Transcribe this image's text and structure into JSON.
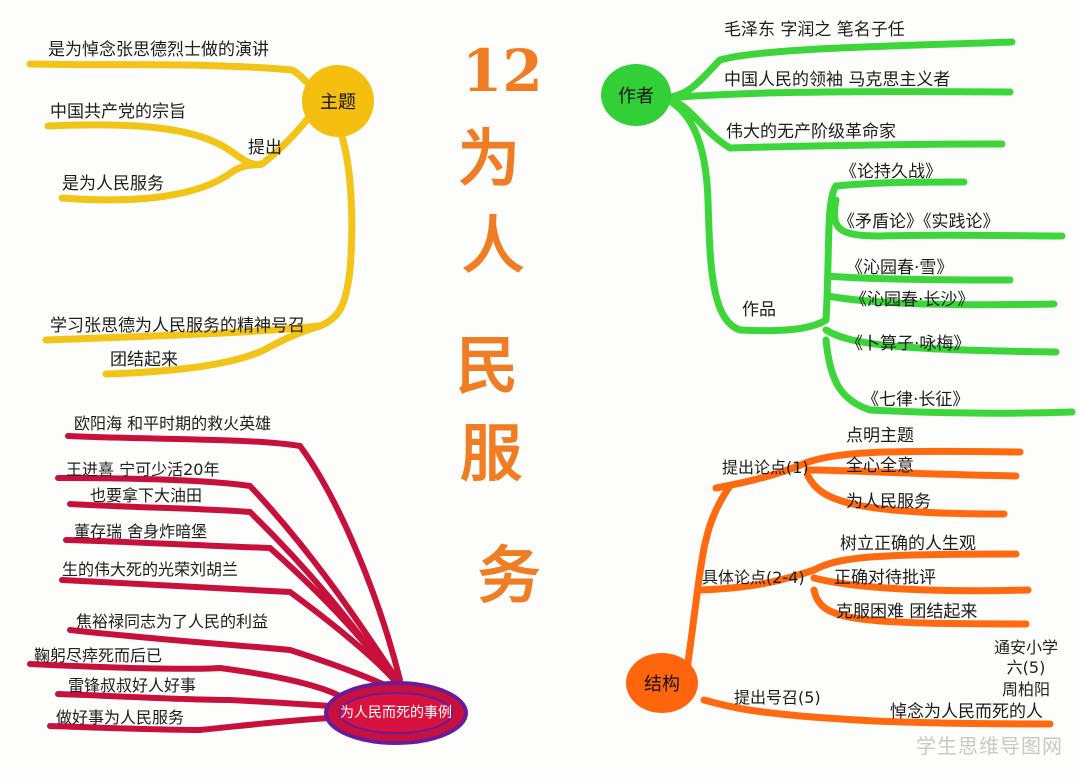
{
  "title": {
    "number": "12",
    "chars": [
      "为",
      "人",
      "民",
      "服",
      "务"
    ]
  },
  "theme": {
    "node": "主题",
    "items": [
      "是为悼念张思德烈士做的演讲",
      "中国共产党的宗旨",
      "是为人民服务",
      "学习张思德为人民服务的精神号召",
      "团结起来"
    ],
    "propose_label": "提出"
  },
  "author": {
    "node": "作者",
    "items": [
      "毛泽东 字润之 笔名子任",
      "中国人民的领袖 马克思主义者",
      "伟大的无产阶级革命家"
    ],
    "works_label": "作品",
    "works": [
      "《论持久战》",
      "《矛盾论》《实践论》",
      "《沁园春·雪》",
      "《沁园春·长沙》",
      "《卜算子·咏梅》",
      "《七律·长征》"
    ]
  },
  "examples": {
    "node": "为人民而死的事例",
    "items": [
      "欧阳海 和平时期的救火英雄",
      "王进喜 宁可少活20年",
      "也要拿下大油田",
      "董存瑞 舍身炸暗堡",
      "生的伟大死的光荣刘胡兰",
      "焦裕禄同志为了人民的利益",
      "鞠躬尽瘁死而后已",
      "雷锋叔叔好人好事",
      "做好事为人民服务"
    ]
  },
  "structure": {
    "node": "结构",
    "groups": [
      {
        "label": "提出论点(1)",
        "items": [
          "点明主题",
          "全心全意",
          "为人民服务"
        ]
      },
      {
        "label": "具体论点(2-4)",
        "items": [
          "树立正确的人生观",
          "正确对待批评",
          "克服困难 团结起来"
        ]
      },
      {
        "label": "提出号召(5)",
        "items": [
          "悼念为人民而死的人"
        ]
      }
    ]
  },
  "signature": [
    "通安小学",
    "六(5)",
    "周柏阳"
  ],
  "watermark": "学生思维导图网",
  "colors": {
    "yellow": "#f2c417",
    "green": "#3dd63a",
    "red": "#c8103d",
    "orange": "#ff6a10",
    "title": "#f07c24"
  }
}
